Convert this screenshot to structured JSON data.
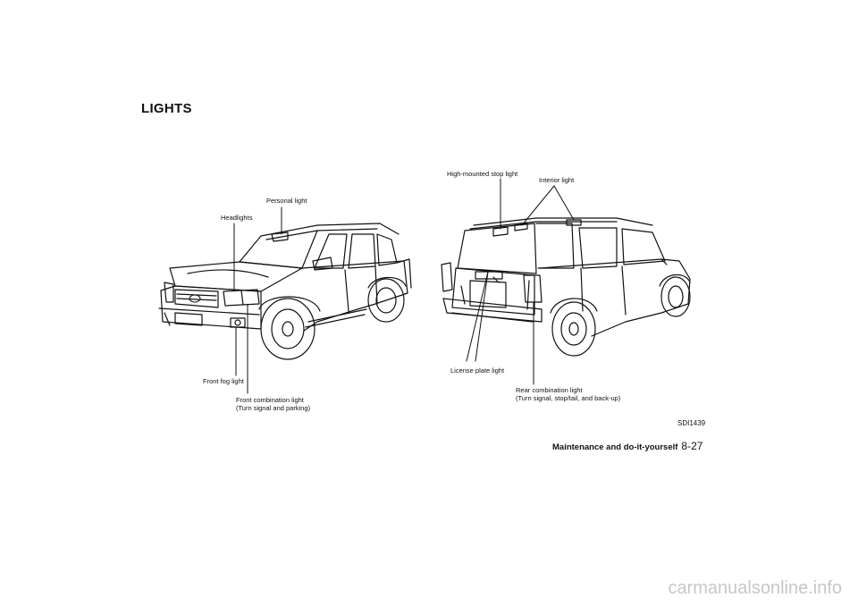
{
  "page": {
    "title": "LIGHTS",
    "figure_code": "SDI1439",
    "footer_section": "Maintenance and do-it-yourself",
    "footer_page": "8-27",
    "watermark": "carmanualsonline.info"
  },
  "labels": {
    "personal_light": "Personal light",
    "headlights": "Headlights",
    "front_fog_light": "Front fog light",
    "front_combination_light": "Front combination light",
    "front_combination_light_note": "(Turn signal and parking)",
    "high_mounted_stop_light": "High-mounted stop light",
    "interior_light": "Interior light",
    "license_plate_light": "License plate light",
    "rear_combination_light": "Rear combination light",
    "rear_combination_light_note": "(Turn signal, stop/tail, and back-up)"
  }
}
